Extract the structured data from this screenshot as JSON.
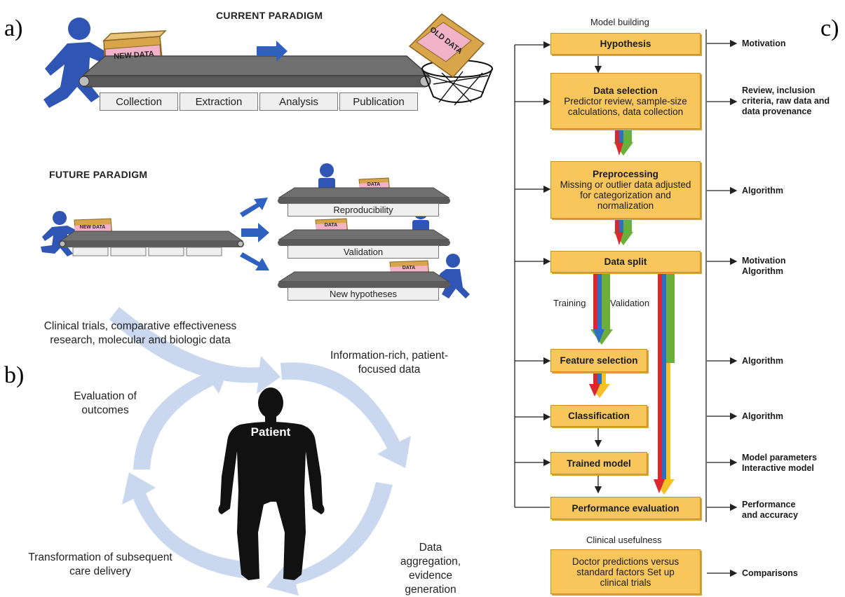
{
  "panels": {
    "a": "a)",
    "b": "b)",
    "c": "c)"
  },
  "panel_a": {
    "current_title": "CURRENT PARADIGM",
    "future_title": "FUTURE PARADIGM",
    "new_data_label": "NEW DATA",
    "old_data_label": "OLD DATA",
    "stages": [
      "Collection",
      "Extraction",
      "Analysis",
      "Publication"
    ],
    "small_box_label": "NEW DATA",
    "data_label": "DATA",
    "branches": [
      "Reproducibility",
      "Validation",
      "New hypotheses"
    ]
  },
  "panel_b": {
    "center": "Patient",
    "steps": [
      "Clinical trials, comparative effectiveness research, molecular and biologic data",
      "Information-rich, patient-focused data",
      "Data aggregation, evidence generation",
      "Transformation of subsequent care delivery",
      "Evaluation of outcomes"
    ]
  },
  "panel_c": {
    "model_building": "Model building",
    "clinical_usefulness": "Clinical usefulness",
    "boxes": {
      "hypothesis": "Hypothesis",
      "data_selection_title": "Data selection",
      "data_selection_body": "Predictor review, sample-size calculations, data collection",
      "preprocessing_title": "Preprocessing",
      "preprocessing_body": "Missing or outlier data adjusted for categorization and normalization",
      "data_split": "Data split",
      "feature_selection": "Feature selection",
      "classification": "Classification",
      "trained_model": "Trained model",
      "performance_evaluation": "Performance evaluation",
      "clinical_body": "Doctor predictions versus standard factors Set up clinical trials"
    },
    "split_labels": {
      "training": "Training",
      "validation": "Validation"
    },
    "outputs": {
      "motivation": "Motivation",
      "review": "Review, inclusion criteria, raw data and data provenance",
      "algorithm1": "Algorithm",
      "split_out": "Motivation Algorithm",
      "algorithm2": "Algorithm",
      "algorithm3": "Algorithm",
      "model_params": "Model parameters Interactive model",
      "performance": "Performance and accuracy",
      "comparisons": "Comparisons"
    }
  },
  "colors": {
    "box_fill": "#f8c65a",
    "figure_blue": "#2f55b5",
    "belt": "#6f6f6f",
    "cycle_arrow": "#c9d8ee",
    "stream_red": "#d9282f",
    "stream_blue": "#2e6fc2",
    "stream_green": "#6cae3a",
    "stream_yellow": "#f6c02b"
  }
}
